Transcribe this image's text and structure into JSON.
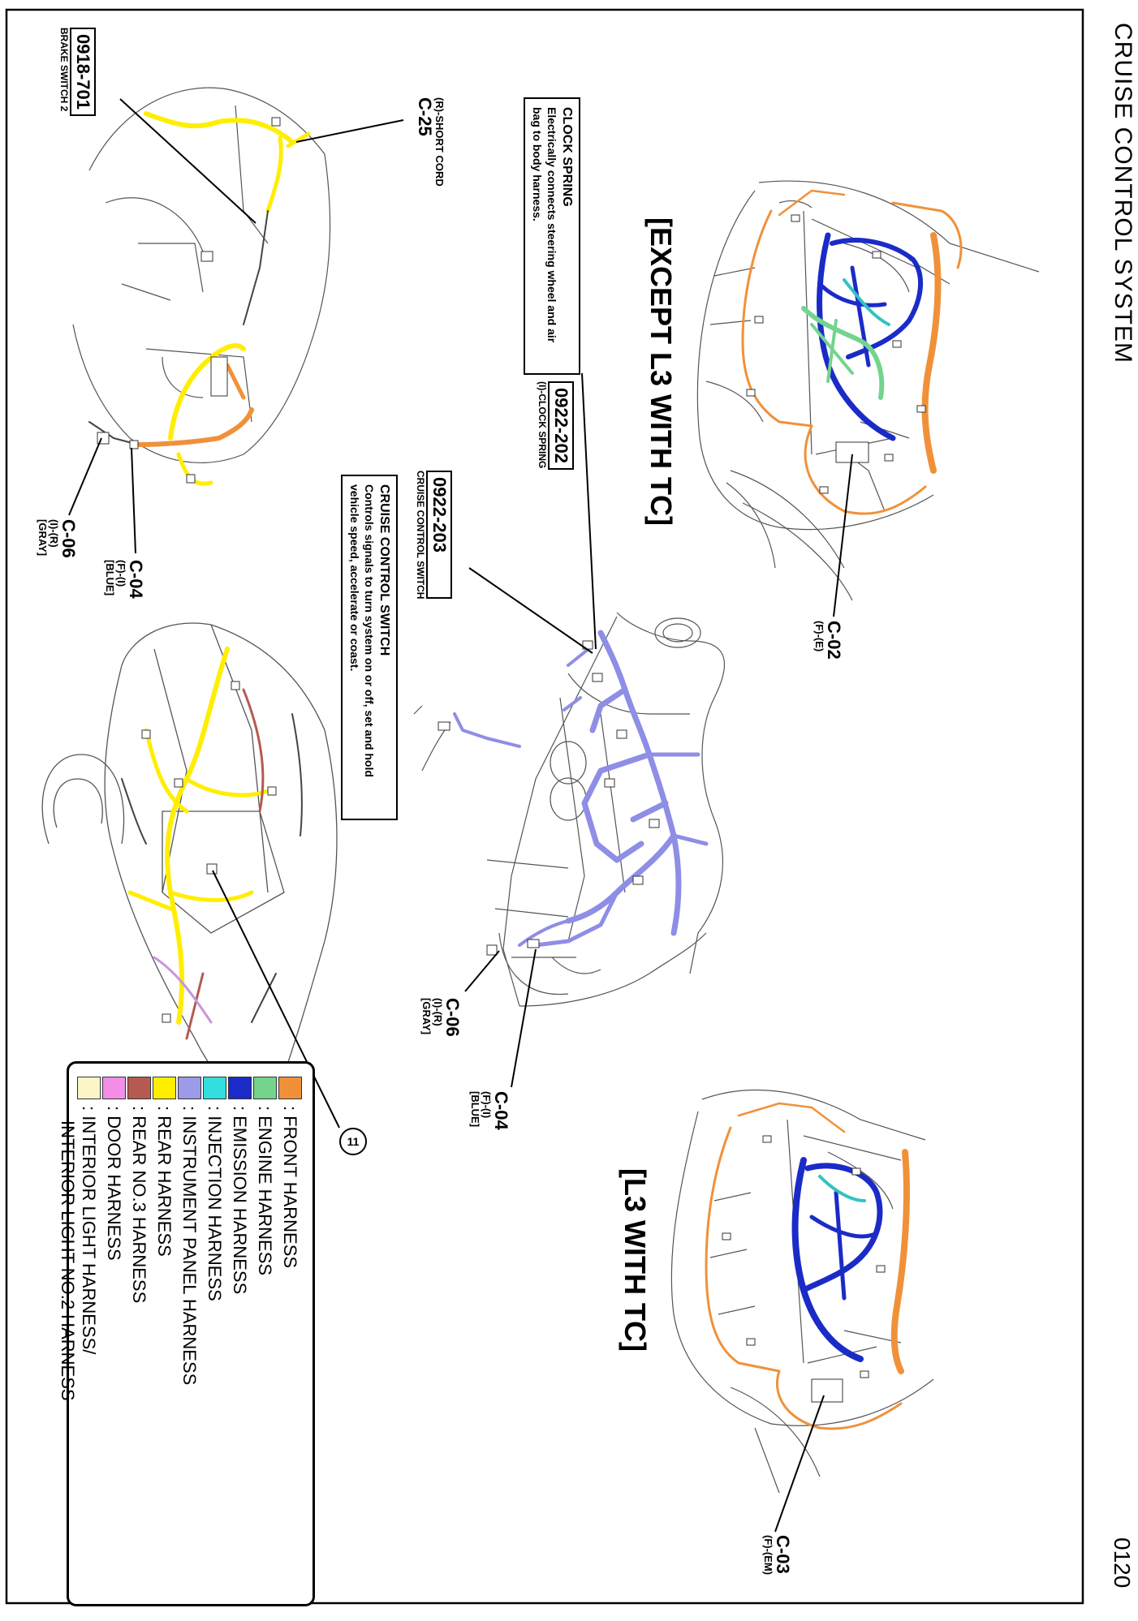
{
  "header": {
    "title": "CRUISE CONTROL SYSTEM",
    "page_number": "0120"
  },
  "sections": {
    "except": "[EXCEPT L3 WITH TC]",
    "with": "[L3 WITH TC]"
  },
  "connectors": {
    "c02": {
      "id": "C-02",
      "sub": "(F)-(E)"
    },
    "c03": {
      "id": "C-03",
      "sub": "(F)-(EM)"
    },
    "c25": {
      "id": "C-25",
      "sub": "(R)-SHORT CORD"
    },
    "c04_left": {
      "id": "C-04",
      "sub1": "(F)-(I)",
      "sub2": "[BLUE]"
    },
    "c06_left": {
      "id": "C-06",
      "sub1": "(I)-(R)",
      "sub2": "[GRAY]"
    },
    "c04_mid": {
      "id": "C-04",
      "sub1": "(F)-(I)",
      "sub2": "[BLUE]"
    },
    "c06_mid": {
      "id": "C-06",
      "sub1": "(I)-(R)",
      "sub2": "[GRAY]"
    }
  },
  "parts": {
    "p0918": {
      "number": "0918-701",
      "label": "BRAKE SWITCH 2"
    },
    "p0922_202": {
      "number": "0922-202",
      "label": "(I)-CLOCK SPRING"
    },
    "p0922_203": {
      "number": "0922-203",
      "label": "CRUISE CONTROL SWITCH"
    }
  },
  "components": {
    "clock_spring": {
      "title": "CLOCK SPRING",
      "desc": "Electrically connects steering wheel and air bag to body harness."
    },
    "cruise_switch": {
      "title": "CRUISE CONTROL SWITCH",
      "desc": "Controls signals to turn system on or off, set and hold vehicle speed, accelerate or coast."
    }
  },
  "callout": "11",
  "legend": {
    "items": [
      {
        "label": ": FRONT HARNESS",
        "color": "#f0913a"
      },
      {
        "label": ": ENGINE HARNESS",
        "color": "#74d48e"
      },
      {
        "label": ": EMISSION HARNESS",
        "color": "#1b2bc8"
      },
      {
        "label": ": INJECTION HARNESS",
        "color": "#33dede"
      },
      {
        "label": ": INSTRUMENT PANEL HARNESS",
        "color": "#9b9be8"
      },
      {
        "label": ": REAR HARNESS",
        "color": "#ffee00"
      },
      {
        "label": ": REAR NO.3 HARNESS",
        "color": "#b45a50"
      },
      {
        "label": ": DOOR HARNESS",
        "color": "#f28ee8"
      },
      {
        "label": ": INTERIOR LIGHT HARNESS/",
        "color": "#fbf5c8"
      }
    ],
    "extra": "INTERIOR LIGHT NO.2 HARNESS"
  }
}
